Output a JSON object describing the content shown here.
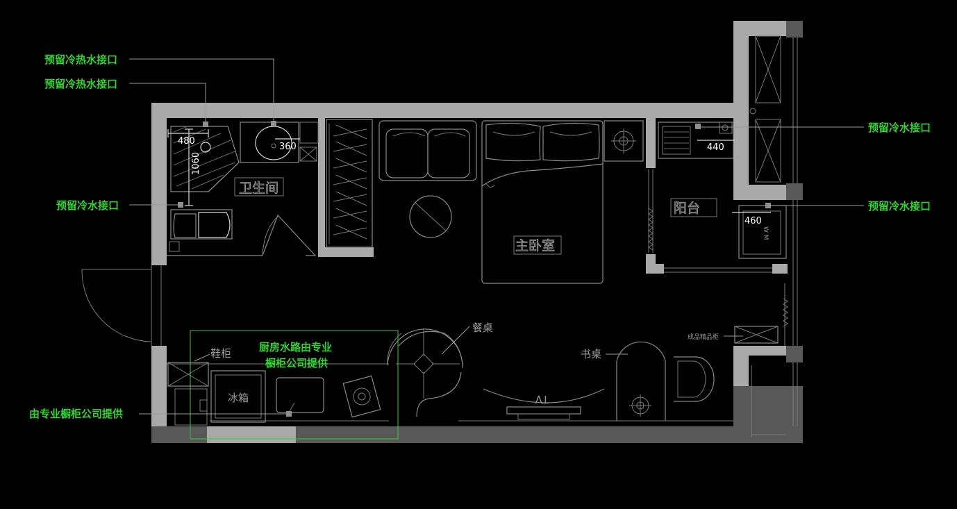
{
  "plan": {
    "rooms": {
      "bathroom": "卫生间",
      "master_bedroom": "主卧室",
      "balcony": "阳台"
    },
    "furniture": {
      "shoe_cabinet": "鞋柜",
      "fridge": "冰箱",
      "dining_table": "餐桌",
      "desk": "书桌",
      "tv": "TV",
      "washing_machine": "W M",
      "display_cabinet": "成品精品柜"
    },
    "dimensions": {
      "d480": "480",
      "d1060": "1060",
      "d360": "360",
      "d440": "440",
      "d460": "460"
    },
    "annotations": {
      "hot_cold_1": "预留冷热水接口",
      "hot_cold_2": "预留冷热水接口",
      "cold_left": "预留冷水接口",
      "cold_right_top": "预留冷水接口",
      "cold_right_bottom": "预留冷水接口",
      "kitchen_note_line1": "厨房水路由专业",
      "kitchen_note_line2": "橱柜公司提供",
      "cabinet_supply": "由专业橱柜公司提供"
    },
    "colors": {
      "background": "#000000",
      "wall": "#a9a9a9",
      "annotation": "#2bd52b",
      "linework": "#8a8a8a"
    }
  }
}
